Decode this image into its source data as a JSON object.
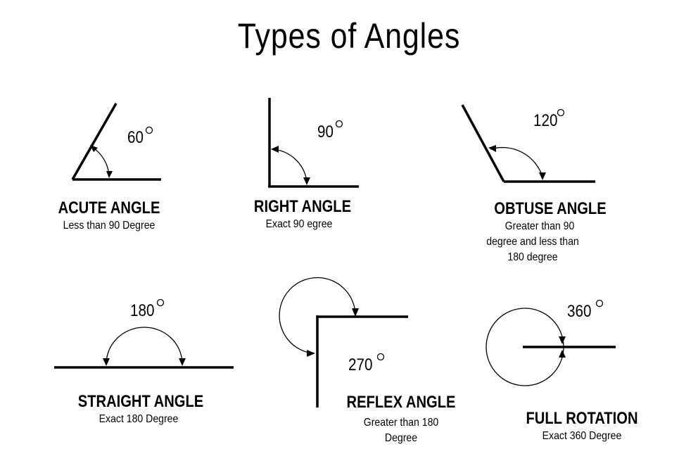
{
  "title": "Types of Angles",
  "angles": [
    {
      "name": "ACUTE ANGLE",
      "description": "Less than 90 Degree",
      "value": "60",
      "degrees": 60
    },
    {
      "name": "RIGHT ANGLE",
      "description": "Exact 90 egree",
      "value": "90",
      "degrees": 90
    },
    {
      "name": "OBTUSE ANGLE",
      "description_lines": [
        "Greater than 90",
        "degree and less than",
        "180 degree"
      ],
      "value": "120",
      "degrees": 120
    },
    {
      "name": "STRAIGHT ANGLE",
      "description": "Exact 180 Degree",
      "value": "180",
      "degrees": 180
    },
    {
      "name": "REFLEX ANGLE",
      "description_lines": [
        "Greater than 180",
        "Degree"
      ],
      "value": "270",
      "degrees": 270
    },
    {
      "name": "FULL ROTATION",
      "description": "Exact 360 Degree",
      "value": "360",
      "degrees": 360
    }
  ]
}
